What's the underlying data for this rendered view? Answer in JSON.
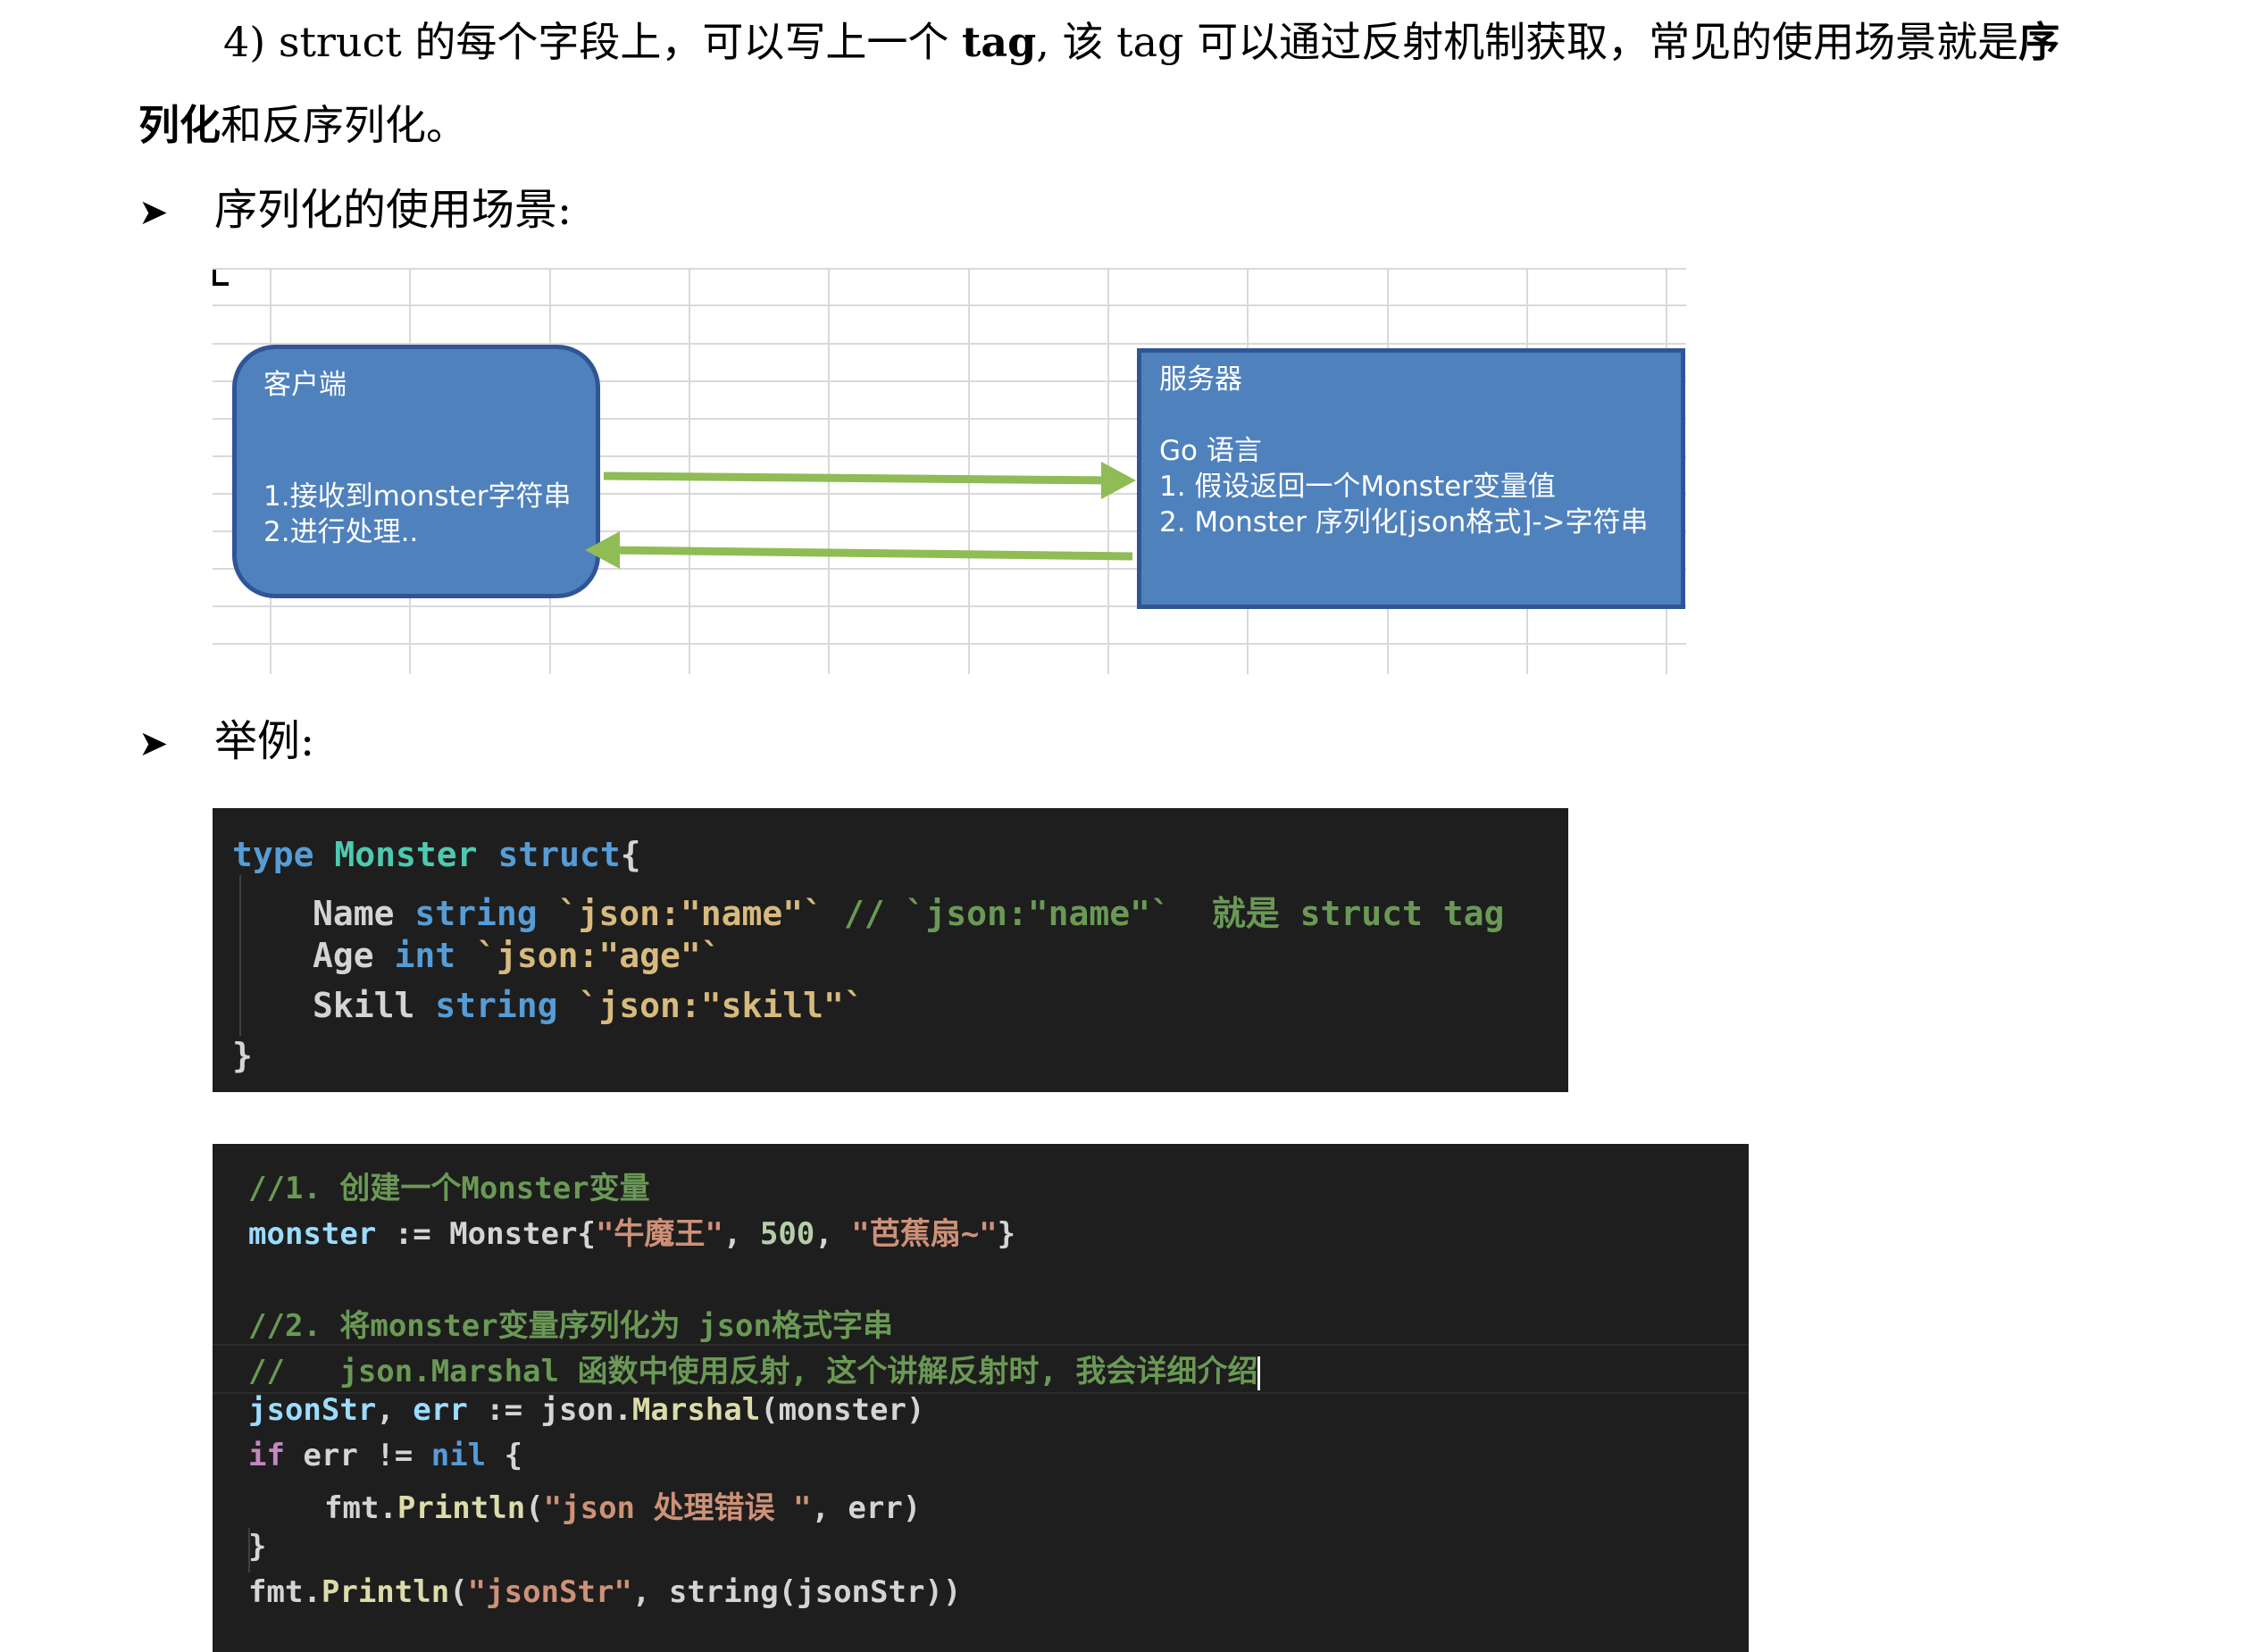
{
  "intro": {
    "line1_a": "4)  struct 的每个字段上，可以写上一个 ",
    "line1_tag": "tag",
    "line1_b": ", 该 tag 可以通过反射机制获取，常见的使用场景就是",
    "line1_bold": "序",
    "line2_bold": "列化",
    "line2_b": "和反序列化。"
  },
  "bullets": {
    "arrow_icon": "arrow-bullet-icon",
    "b1": "序列化的使用场景:",
    "b2": "举例:"
  },
  "diagram": {
    "client": {
      "title": "客户端",
      "line1": "1.接收到monster字符串",
      "line2": "2.进行处理.."
    },
    "server": {
      "title": "服务器",
      "line1": "Go 语言",
      "line2": "1. 假设返回一个Monster变量值",
      "line3": "2. Monster 序列化[json格式]->字符串"
    },
    "colors": {
      "box": "#4f81bd",
      "box_border": "#2f5597",
      "arrow": "#8fbc55"
    }
  },
  "code1": {
    "l1": {
      "kw": "type",
      "name": "Monster",
      "kw2": "struct",
      "brace": "{"
    },
    "l2": {
      "field": "Name",
      "type": "string",
      "tag": "`json:\"name\"`",
      "comment": "// `json:\"name\"`  就是 struct tag"
    },
    "l3": {
      "field": "Age",
      "type": "int",
      "tag": "`json:\"age\"`"
    },
    "l4": {
      "field": "Skill",
      "type": "string",
      "tag": "`json:\"skill\"`"
    },
    "l5": "}"
  },
  "code2": {
    "c1": "//1. 创建一个Monster变量",
    "l2": {
      "var": "monster",
      "op": " := Monster{",
      "s1": "\"牛魔王\"",
      "sep1": ", ",
      "n": "500",
      "sep2": ", ",
      "s2": "\"芭蕉扇~\"",
      "end": "}"
    },
    "c2": "//2. 将monster变量序列化为 json格式字串",
    "c3": "//   json.Marshal 函数中使用反射, 这个讲解反射时, 我会详细介绍",
    "l5": {
      "v1": "jsonStr",
      "sep": ", ",
      "v2": "err",
      "op": " := json.",
      "fn": "Marshal",
      "args": "(monster)"
    },
    "l6": {
      "kw": "if",
      "rest1": " err != ",
      "nil": "nil",
      "rest2": " {"
    },
    "l7": {
      "pre": "fmt.",
      "fn": "Println",
      "open": "(",
      "str": "\"json 处理错误 \"",
      "rest": ", err)"
    },
    "l8": "}",
    "l9": {
      "pre": "fmt.",
      "fn": "Println",
      "open": "(",
      "str": "\"jsonStr\"",
      "rest": ", string(jsonStr))"
    }
  }
}
